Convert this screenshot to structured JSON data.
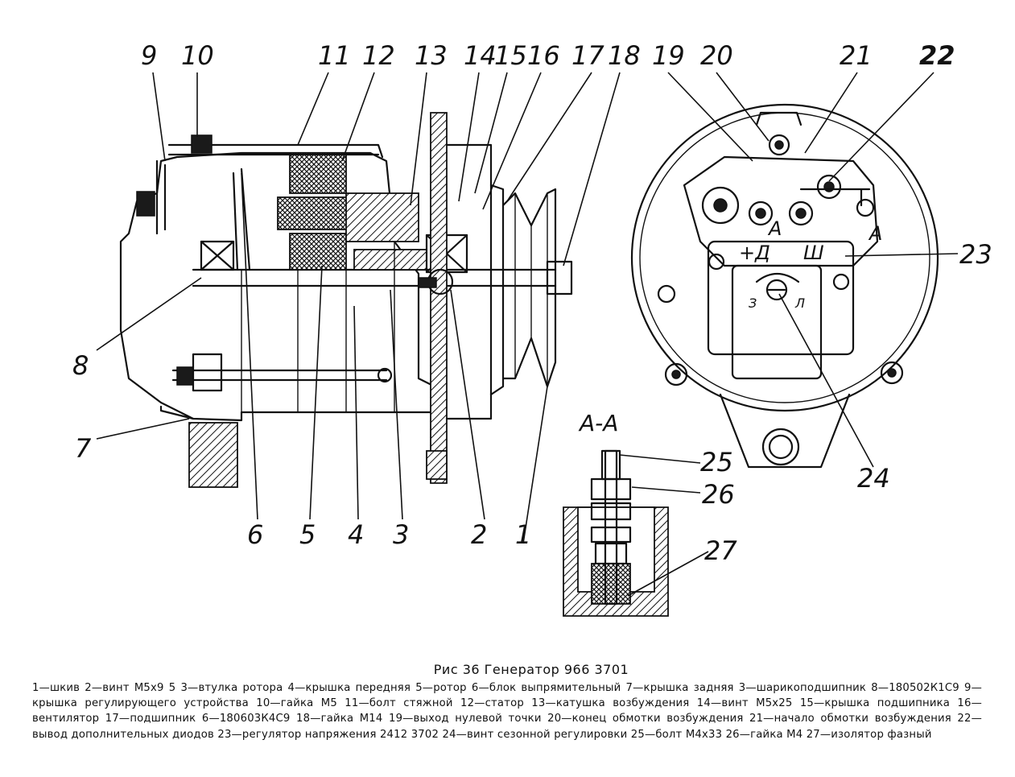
{
  "figure": {
    "callouts": [
      "1",
      "2",
      "3",
      "4",
      "5",
      "6",
      "7",
      "8",
      "9",
      "10",
      "11",
      "12",
      "13",
      "14",
      "15",
      "16",
      "17",
      "18",
      "19",
      "20",
      "21",
      "22",
      "23",
      "24",
      "25",
      "26",
      "27"
    ],
    "section_label": "А-А",
    "terminal_labels": {
      "plus_d": "+Д",
      "sh": "Ш",
      "a_left": "А",
      "a_right": "А",
      "z": "З",
      "l": "Л"
    }
  },
  "caption": {
    "title": "Рис 36 Генератор 966 3701",
    "legend": "1—шкив 2—винт М5х9 5 3—втулка ротора 4—крышка передняя 5—ротор 6—блок выпрямительный 7—крышка задняя 3—шарикоподшипник 8—180502К1С9 9—крышка регулирующего устройства 10—гайка М5 11—болт стяжной 12—статор 13—катушка возбуждения 14—винт М5х25 15—крышка подшипника 16—вентилятор 17—подшипник 6—180603К4С9 18—гайка М14 19—выход нулевой точки 20—конец обмотки возбуждения 21—начало обмотки возбуждения 22—вывод дополнительных диодов 23—регулятор напряжения 2412 3702 24—винт сезонной регулировки 25—болт М4х33 26—гайка М4 27—изолятор фазный"
  }
}
